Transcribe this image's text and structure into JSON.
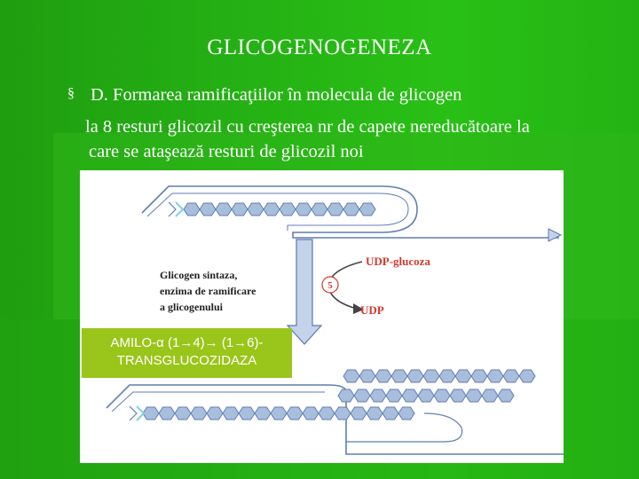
{
  "slide": {
    "title": "GLICOGENOGENEZA",
    "bullet_symbol": "§",
    "line1": "D. Formarea ramificaţiilor în molecula de glicogen",
    "line2": "la 8 resturi glicozil cu creşterea nr de capete nereducătoare la",
    "line3": "care se ataşează resturi de glicozil noi"
  },
  "diagram": {
    "enzyme_label_line1": "Glicogen sintaza,",
    "enzyme_label_line2": "enzima de ramificare",
    "enzyme_label_line3": "a glicogenului",
    "substrate": "UDP-glucoza",
    "product": "UDP",
    "step_number": "5",
    "callout_line1": "AMILO-α (1→4)→ (1→6)-",
    "callout_line2": "TRANSGLUCOZIDAZA",
    "colors": {
      "panel_bg": "#ffffff",
      "chain_fill": "#a9bddd",
      "chain_stroke": "#5f7fb0",
      "arrow_fill": "#c4d3ea",
      "arrow_stroke": "#5a78ad",
      "reaction_text": "#d33a2a",
      "callout_bg": "#9ac51a"
    }
  }
}
